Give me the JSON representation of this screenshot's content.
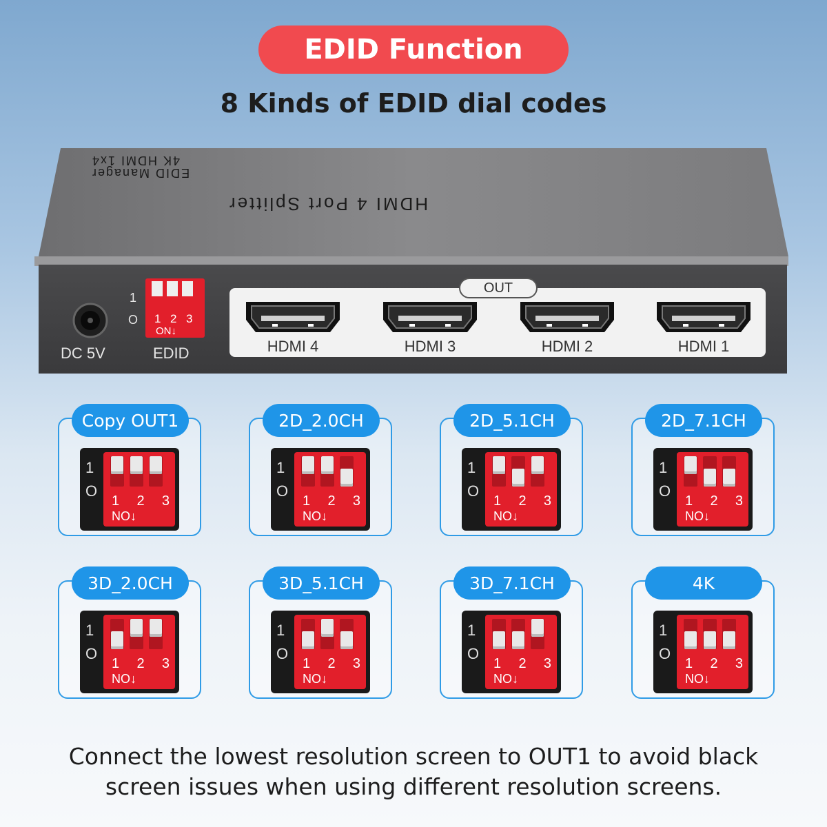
{
  "header": {
    "title": "EDID Function",
    "subtitle": "8 Kinds of EDID dial codes"
  },
  "device": {
    "top_line1": "4K HDMI 1x4",
    "top_line2": "EDID Manager",
    "top_main": "HDMI 4 Port Splitter",
    "power_label": "DC 5V",
    "edid_label": "EDID",
    "switch_side_on": "1",
    "switch_side_off": "O",
    "switch_numbers": [
      "1",
      "2",
      "3"
    ],
    "switch_on_label": "ON↓",
    "out_label": "OUT",
    "ports": [
      "HDMI 4",
      "HDMI 3",
      "HDMI 2",
      "HDMI 1"
    ]
  },
  "modes": [
    {
      "label": "Copy OUT1",
      "switches": [
        "up",
        "up",
        "up"
      ]
    },
    {
      "label": "2D_2.0CH",
      "switches": [
        "up",
        "up",
        "down"
      ]
    },
    {
      "label": "2D_5.1CH",
      "switches": [
        "up",
        "down",
        "up"
      ]
    },
    {
      "label": "2D_7.1CH",
      "switches": [
        "up",
        "down",
        "down"
      ]
    },
    {
      "label": "3D_2.0CH",
      "switches": [
        "down",
        "up",
        "up"
      ]
    },
    {
      "label": "3D_5.1CH",
      "switches": [
        "down",
        "up",
        "down"
      ]
    },
    {
      "label": "3D_7.1CH",
      "switches": [
        "down",
        "down",
        "up"
      ]
    },
    {
      "label": "4K",
      "switches": [
        "down",
        "down",
        "down"
      ]
    }
  ],
  "dip_card": {
    "side_on": "1",
    "side_off": "O",
    "numbers": [
      "1",
      "2",
      "3"
    ],
    "on_label": "NO↓"
  },
  "footer": {
    "line1": "Connect the lowest resolution screen to OUT1 to avoid black",
    "line2": "screen issues when using different resolution screens."
  },
  "colors": {
    "title_pill": "#f14a4f",
    "tag_blue": "#1f95e8",
    "card_border": "#2f9be6",
    "dip_red": "#e21f2b"
  }
}
